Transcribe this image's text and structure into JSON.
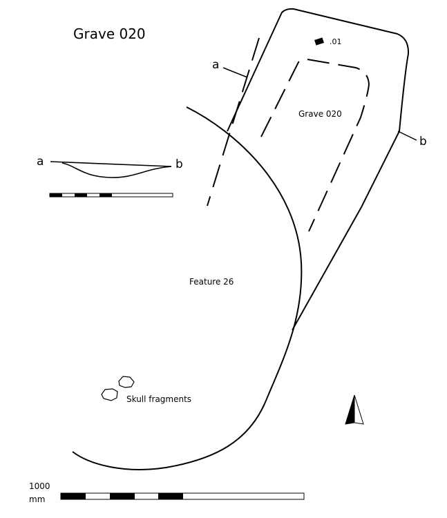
{
  "title": "Grave 020",
  "plan_labels": {
    "section_start": "a",
    "section_end": "b",
    "find": ".01",
    "grave": "Grave 020",
    "feature": "Feature 26",
    "skull": "Skull fragments"
  },
  "section_labels": {
    "start": "a",
    "end": "b"
  },
  "scale": {
    "value": "1000",
    "unit": "mm"
  }
}
